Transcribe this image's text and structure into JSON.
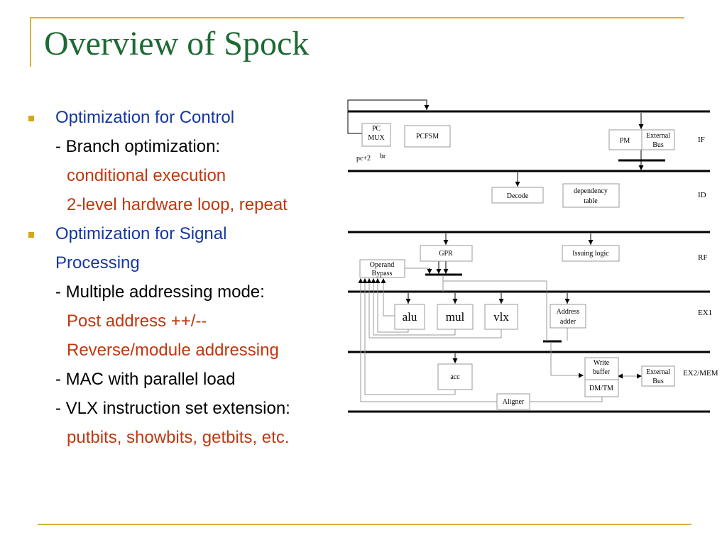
{
  "slide": {
    "title": "Overview of Spock",
    "bullets": [
      "Optimization for Control",
      "- Branch optimization:",
      "conditional execution",
      "2-level hardware loop, repeat",
      "Optimization for Signal",
      "Processing",
      "- Multiple addressing mode:",
      "Post address ++/--",
      "Reverse/module addressing",
      "- MAC with parallel load",
      "- VLX instruction set extension:",
      "putbits, showbits, getbits, etc."
    ]
  },
  "diagram": {
    "stages": [
      "IF",
      "ID",
      "RF",
      "EX1",
      "EX2/MEM"
    ],
    "blocks": {
      "pc_mux": [
        "PC",
        "MUX"
      ],
      "pcfsm": "PCFSM",
      "pm": "PM",
      "external_bus_if": [
        "External",
        "Bus"
      ],
      "decode": "Decode",
      "dependency_table": [
        "dependency",
        "table"
      ],
      "gpr": "GPR",
      "issuing_logic": "Issuing logic",
      "operand_bypass": [
        "Operand",
        "Bypass"
      ],
      "alu": "alu",
      "mul": "mul",
      "vlx": "vlx",
      "address_adder": [
        "Address",
        "adder"
      ],
      "acc": "acc",
      "write_buffer": [
        "Write",
        "buffer"
      ],
      "dm_tm": "DM/TM",
      "external_bus_mem": [
        "External",
        "Bus"
      ],
      "aligner": "Aligner"
    },
    "labels": {
      "pc2": "pc+2",
      "br": "br"
    }
  },
  "colors": {
    "title": "#1d6a33",
    "bullet_blue": "#1538a0",
    "text_red": "#c1370f",
    "frame_gold": "#d7b23a",
    "bullet_marker": "#d7a516"
  }
}
